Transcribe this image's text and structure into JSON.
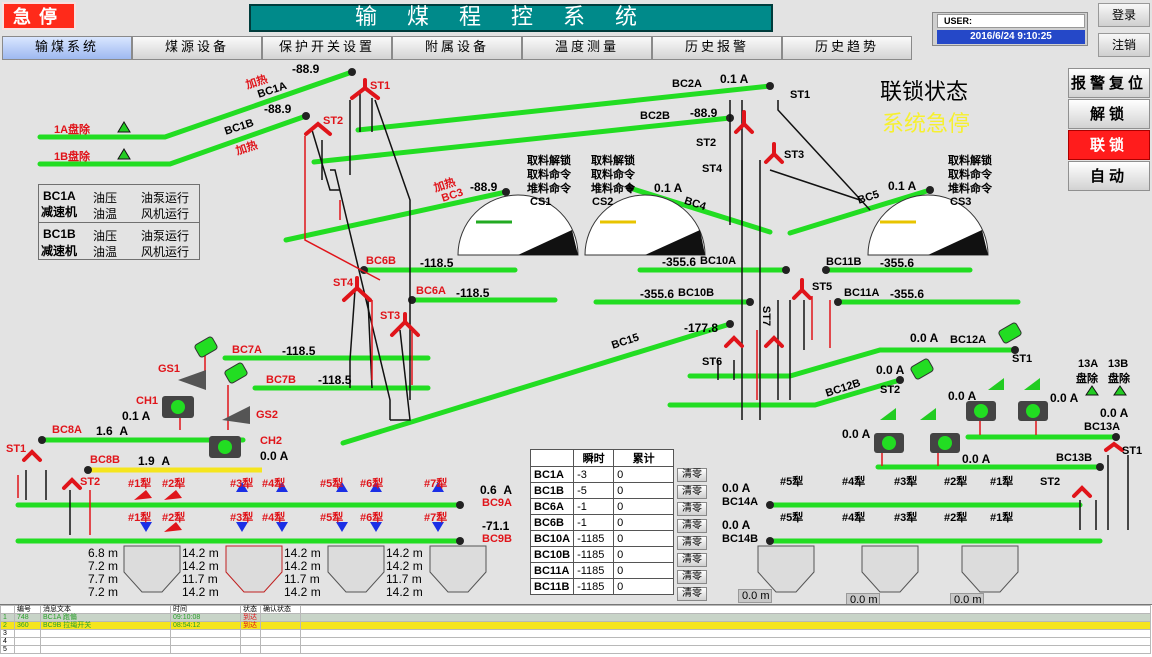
{
  "header": {
    "estop": "急停",
    "title": "输煤程控系统",
    "user_label": "USER:",
    "datetime": "2016/6/24 9:10:25",
    "login": "登录",
    "logout": "注销"
  },
  "nav": [
    {
      "label": "输煤系统",
      "active": true
    },
    {
      "label": "煤源设备"
    },
    {
      "label": "保护开关设置"
    },
    {
      "label": "附属设备"
    },
    {
      "label": "温度测量"
    },
    {
      "label": "历史报警"
    },
    {
      "label": "历史趋势"
    }
  ],
  "controls": {
    "alarm_reset": "报警复位",
    "unlock": "解锁",
    "interlock": "联锁",
    "auto": "自动"
  },
  "interlock_title": "联锁状态",
  "interlock_state": "系统急停",
  "reducer": {
    "bc1a": "BC1A",
    "bc1b": "BC1B",
    "label": "减速机",
    "oil_press": "油压",
    "oil_temp": "油温",
    "pump_run": "油泵运行",
    "fan_run": "风机运行"
  },
  "conveyors": {
    "bc1a": {
      "name": "BC1A",
      "value": "-88.9",
      "heat": "加热"
    },
    "bc1b": {
      "name": "BC1B",
      "value": "-88.9",
      "heat": "加热"
    },
    "bc2a": {
      "name": "BC2A",
      "value": "0.1",
      "unit": "A"
    },
    "bc2b": {
      "name": "BC2B",
      "value": "-88.9"
    },
    "bc3": {
      "name": "BC3",
      "value": "-88.9",
      "heat": "加热"
    },
    "bc4": {
      "name": "BC4",
      "value": "0.1",
      "unit": "A"
    },
    "bc5": {
      "name": "BC5",
      "value": "0.1",
      "unit": "A"
    },
    "bc6a": {
      "name": "BC6A",
      "value": "-118.5"
    },
    "bc6b": {
      "name": "BC6B",
      "value": "-118.5"
    },
    "bc7a": {
      "name": "BC7A",
      "value": "-118.5"
    },
    "bc7b": {
      "name": "BC7B",
      "value": "-118.5"
    },
    "bc8a": {
      "name": "BC8A",
      "value": "1.6",
      "unit": "A"
    },
    "bc8b": {
      "name": "BC8B",
      "value": "1.9",
      "unit": "A"
    },
    "bc9a": {
      "name": "BC9A",
      "value": "0.6",
      "unit": "A"
    },
    "bc9b": {
      "name": "BC9B",
      "value": "-71.1"
    },
    "bc10a": {
      "name": "BC10A",
      "value": "-355.6"
    },
    "bc10b": {
      "name": "BC10B",
      "value": "-355.6"
    },
    "bc11a": {
      "name": "BC11A",
      "value": "-355.6"
    },
    "bc11b": {
      "name": "BC11B",
      "value": "-355.6"
    },
    "bc12a": {
      "name": "BC12A",
      "value": "0.0",
      "unit": "A"
    },
    "bc12b": {
      "name": "BC12B",
      "value": "0.0",
      "unit": "A"
    },
    "bc13a": {
      "name": "BC13A",
      "value": "0.0",
      "unit": "A"
    },
    "bc13b": {
      "name": "BC13B",
      "value": "0.0",
      "unit": "A"
    },
    "bc14a": {
      "name": "BC14A",
      "value": "0.0",
      "unit": "A"
    },
    "bc14b": {
      "name": "BC14B",
      "value": "0.0",
      "unit": "A"
    },
    "bc15": {
      "name": "BC15",
      "value": "-177.8"
    }
  },
  "misc": {
    "tray_1a": "1A盘除",
    "tray_1b": "1B盘除",
    "tray_13a": "13A",
    "tray_13b": "13B",
    "tray_word": "盘除",
    "ch1": "CH1",
    "ch1_value": "0.1",
    "ch1_unit": "A",
    "ch2": "CH2",
    "ch2_value": "0.0",
    "ch2_unit": "A",
    "gs1": "GS1",
    "gs2": "GS2",
    "cs1": "CS1",
    "cs2": "CS2",
    "cs3": "CS3",
    "take_unlock": "取料解锁",
    "take_cmd": "取料命令",
    "stack_cmd": "堆料命令",
    "st1": "ST1",
    "st2": "ST2",
    "st3": "ST3",
    "st4": "ST4",
    "st5": "ST5",
    "st6": "ST6",
    "st7": "ST7",
    "plows_top": [
      "#1犁",
      "#2犁",
      "#3犁",
      "#4犁",
      "#5犁",
      "#6犁",
      "#7犁"
    ],
    "plows_right": [
      "#5犁",
      "#4犁",
      "#3犁",
      "#2犁",
      "#1犁"
    ],
    "current_unit": "A",
    "level_unit": "m"
  },
  "bunker_levels": [
    [
      "6.8",
      "7.2",
      "7.7",
      "7.2"
    ],
    [
      "14.2",
      "14.2",
      "11.7",
      "14.2"
    ],
    [
      "14.2",
      "14.2",
      "11.7",
      "14.2"
    ],
    [
      "14.2",
      "14.2",
      "11.7",
      "14.2"
    ]
  ],
  "silo_levels": [
    "0.0",
    "0.0",
    "0.0"
  ],
  "counters": {
    "headers": [
      "瞬时",
      "累计"
    ],
    "clear_label": "清零",
    "rows": [
      {
        "id": "BC1A",
        "instant": "-3",
        "total": "0"
      },
      {
        "id": "BC1B",
        "instant": "-5",
        "total": "0"
      },
      {
        "id": "BC6A",
        "instant": "-1",
        "total": "0"
      },
      {
        "id": "BC6B",
        "instant": "-1",
        "total": "0"
      },
      {
        "id": "BC10A",
        "instant": "-1185",
        "total": "0"
      },
      {
        "id": "BC10B",
        "instant": "-1185",
        "total": "0"
      },
      {
        "id": "BC11A",
        "instant": "-1185",
        "total": "0"
      },
      {
        "id": "BC11B",
        "instant": "-1185",
        "total": "0"
      }
    ]
  },
  "alarm_grid": {
    "headers": [
      "编号",
      "消息文本",
      "时间",
      "状态",
      "确认状态"
    ],
    "rows": [
      {
        "no": "1",
        "id": "748",
        "text": "BC1A 跑偏",
        "time": "09:10:08",
        "state": "到达"
      },
      {
        "no": "2",
        "id": "360",
        "text": "BC9B 拉绳开关",
        "time": "08:54:12",
        "state": "到达"
      },
      {
        "no": "3"
      },
      {
        "no": "4"
      },
      {
        "no": "5"
      }
    ]
  },
  "colors": {
    "belt": "#22dd22",
    "alarm_red": "#e0141a",
    "plow_blue": "#1b2fe6",
    "estop_red": "#ff2a1a",
    "title_teal": "#008a8a"
  }
}
